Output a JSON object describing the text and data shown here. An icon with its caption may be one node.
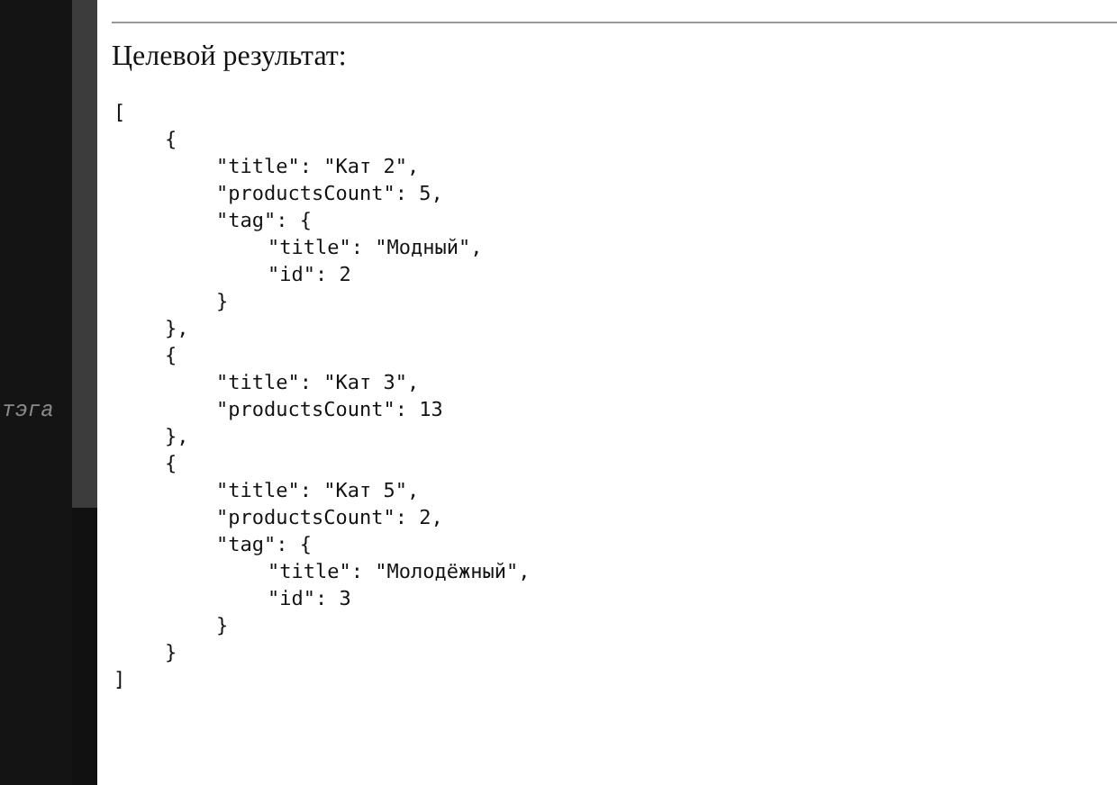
{
  "diagram": {
    "title": "Целевой результат:",
    "labels": [
      "тэга",
      "[",
      "{",
      "\"title\": \"Кат 2\",",
      "\"productsCount\": 5,",
      "\"tag\": {",
      "\"title\": \"Модный\",",
      "\"id\": 2",
      "}",
      "},",
      "{",
      "\"title\": \"Кат 3\",",
      "\"productsCount\": 13",
      "},",
      "{",
      "\"title\": \"Кат 5\",",
      "\"productsCount\": 2,",
      "\"tag\": {",
      "\"title\": \"Молодёжный\",",
      "\"id\": 3",
      "}",
      "}",
      "]"
    ]
  }
}
